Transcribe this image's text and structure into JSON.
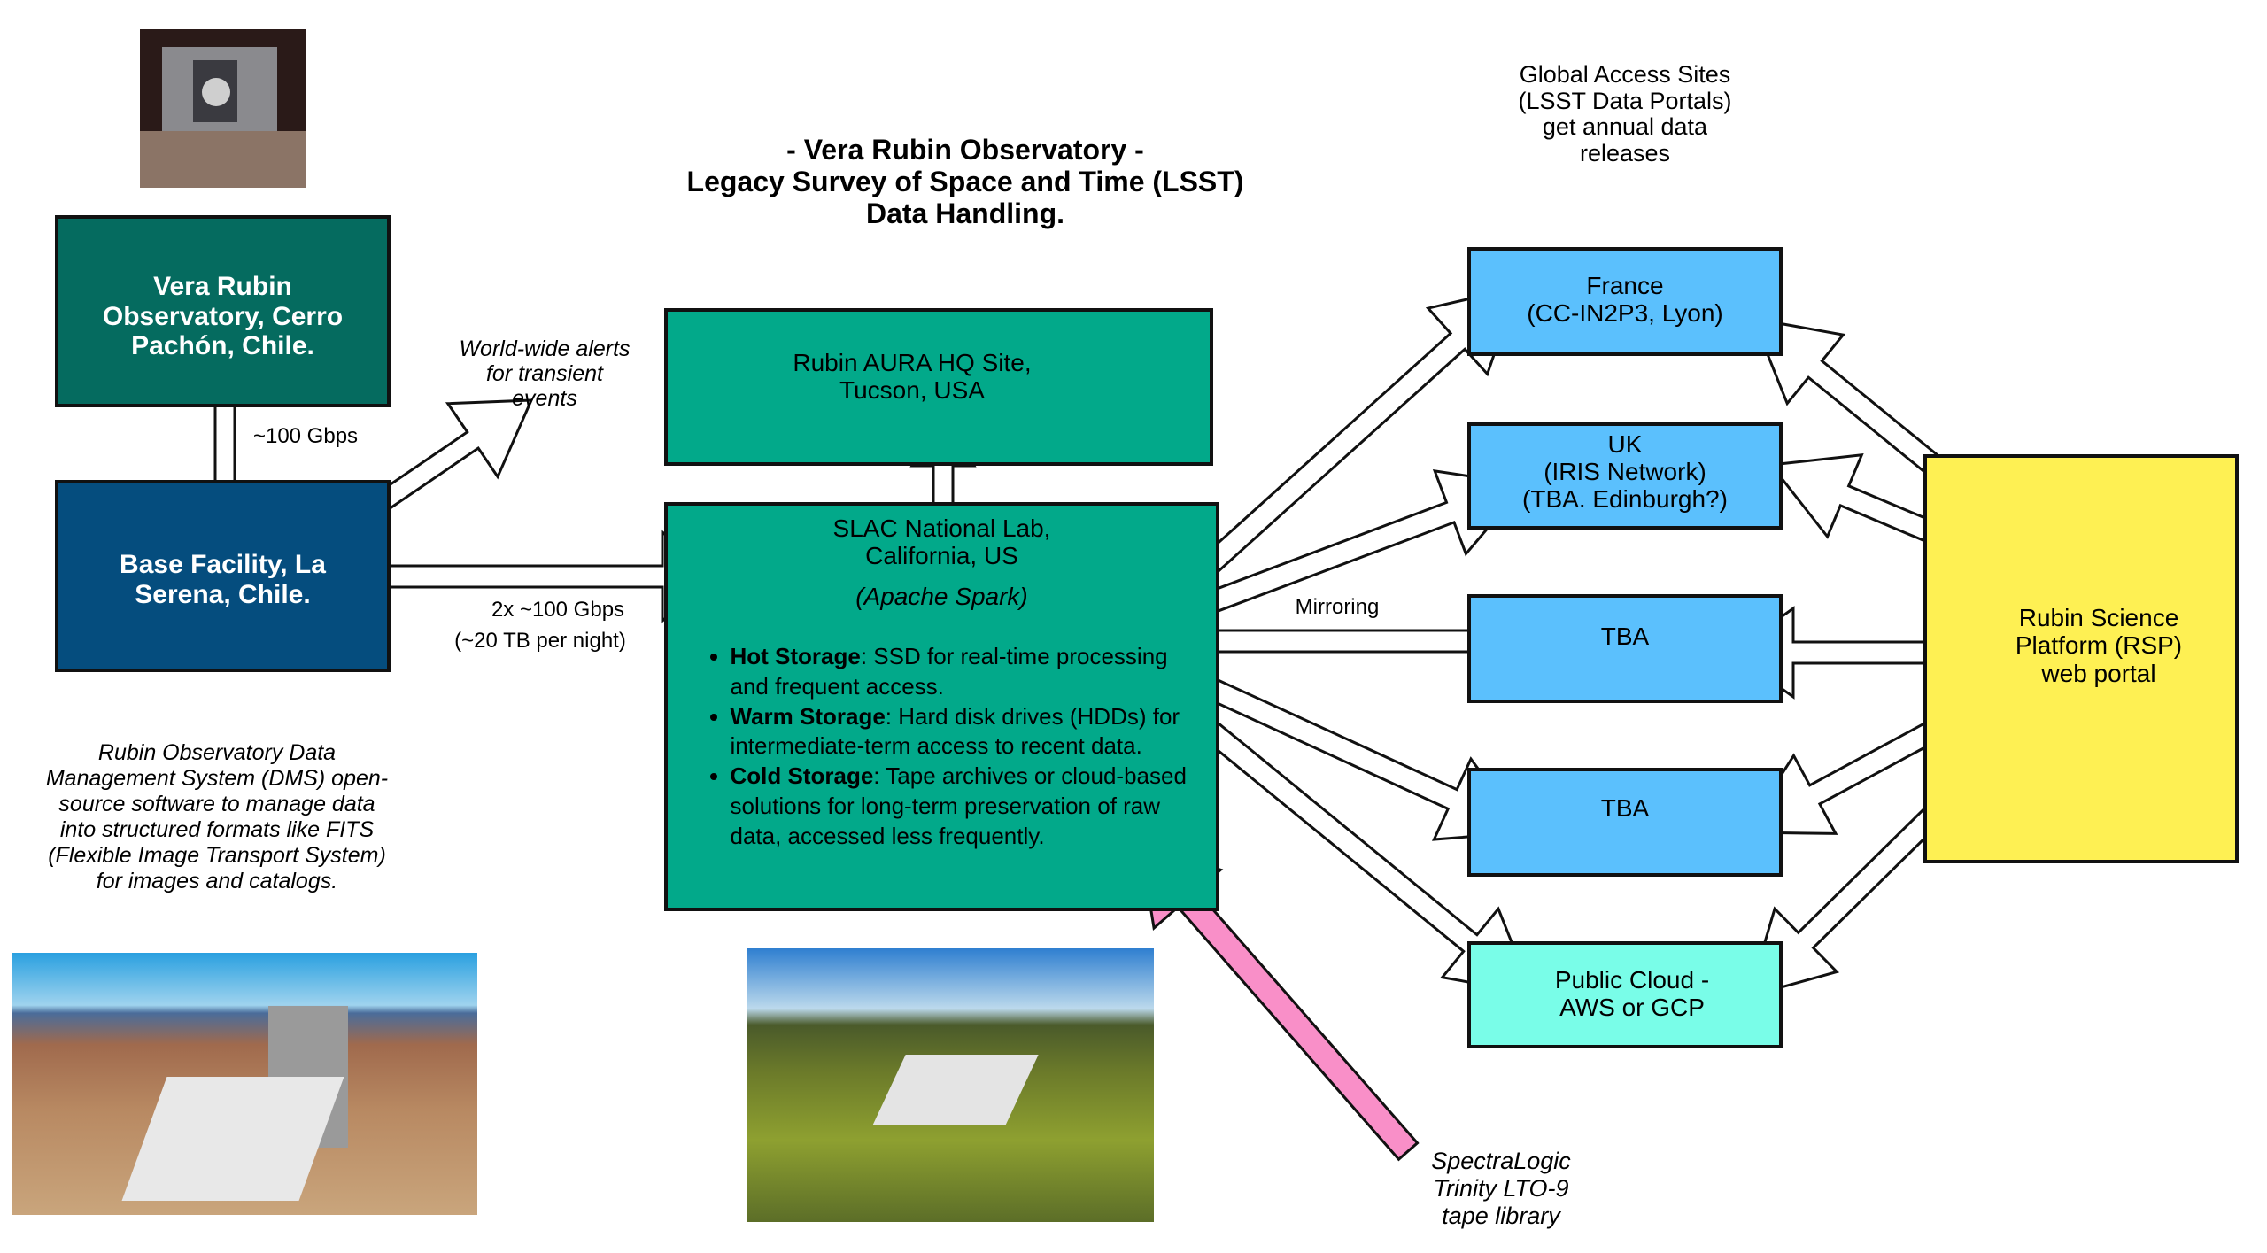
{
  "title": {
    "line1": "- Vera Rubin Observatory -",
    "line2": "Legacy Survey of Space and Time (LSST)",
    "line3": "Data Handling."
  },
  "nodes": {
    "summit": {
      "label_lines": [
        "Vera Rubin",
        "Observatory, Cerro",
        "Pachón, Chile."
      ],
      "color": "#056b5f"
    },
    "base": {
      "label_lines": [
        "Base Facility, La",
        "Serena, Chile."
      ],
      "color": "#054d7e"
    },
    "aura": {
      "label_lines": [
        "Rubin AURA HQ Site,",
        "Tucson, USA"
      ],
      "color": "#02a98a"
    },
    "slac": {
      "label_lines": [
        "SLAC National Lab,",
        "California, US"
      ],
      "subtitle": "(Apache Spark)",
      "color": "#02a98a",
      "storage": [
        {
          "tier": "Hot Storage",
          "desc": ": SSD for real-time processing and frequent access."
        },
        {
          "tier": "Warm Storage",
          "desc": ": Hard disk drives (HDDs) for intermediate-term access to recent data."
        },
        {
          "tier": "Cold Storage",
          "desc": ": Tape archives or cloud-based solutions for long-term preservation of raw data, accessed less frequently."
        }
      ]
    },
    "france": {
      "label_lines": [
        "France",
        "(CC-IN2P3, Lyon)"
      ],
      "color": "#5bc0fd"
    },
    "uk": {
      "label_lines": [
        "UK",
        "(IRIS Network)",
        "(TBA. Edinburgh?)"
      ],
      "color": "#5bc0fd"
    },
    "tba1": {
      "label_lines": [
        "TBA"
      ],
      "color": "#5bc0fd"
    },
    "tba2": {
      "label_lines": [
        "TBA"
      ],
      "color": "#5bc0fd"
    },
    "cloud": {
      "label_lines": [
        "Public Cloud -",
        "AWS or GCP"
      ],
      "color": "#79fde8"
    },
    "rsp": {
      "label_lines": [
        "Rubin Science",
        "Platform (RSP)",
        "web portal"
      ],
      "color": "#fef053"
    }
  },
  "annotations": {
    "summit_link": "~100 Gbps",
    "alerts": [
      "World-wide alerts",
      "for transient",
      "events"
    ],
    "base_link": [
      "2x ~100 Gbps",
      "(~20 TB per night)"
    ],
    "mirroring": "Mirroring",
    "global_access": [
      "Global Access Sites",
      "(LSST Data Portals)",
      "get annual data",
      "releases"
    ],
    "dms": [
      "Rubin Observatory Data",
      "Management System (DMS) open-",
      "source software to manage data",
      "into structured formats like FITS",
      "(Flexible Image Transport System)",
      "for images and catalogs."
    ],
    "tape": [
      "SpectraLogic",
      "Trinity LTO-9",
      "tape library"
    ]
  },
  "images": {
    "telescope": "telescope-render",
    "summit_photo": "summit-observatory-photo",
    "slac_photo": "slac-campus-photo"
  },
  "colors": {
    "arrow_fill": "#ffffff",
    "arrow_stroke": "#111111",
    "tape_arrow": "#f98fc8"
  }
}
